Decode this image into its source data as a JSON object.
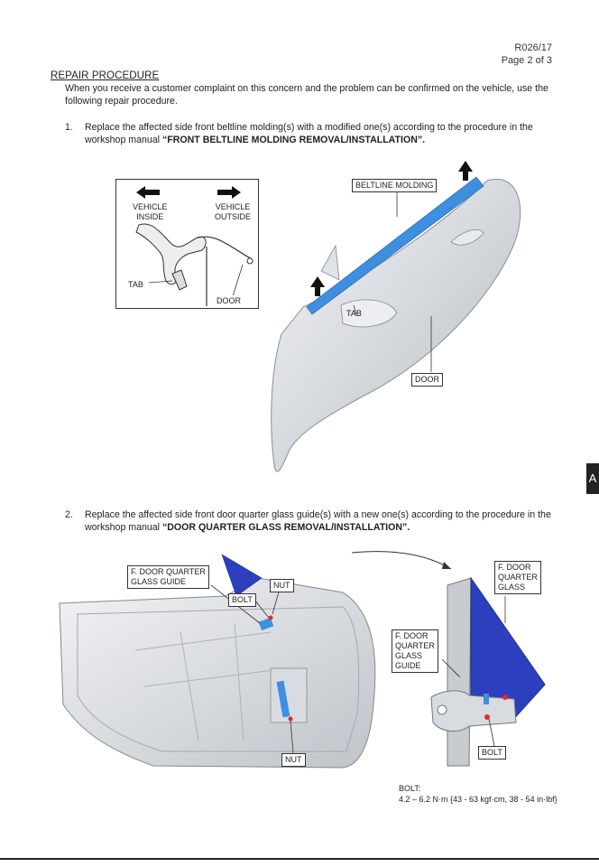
{
  "header": {
    "doc_id": "R026/17",
    "page": "Page 2 of 3"
  },
  "section_title": "REPAIR PROCEDURE",
  "intro": "When you receive a customer complaint on this concern and the problem can be confirmed on the vehicle, use the following repair procedure.",
  "steps": [
    {
      "number": "1.",
      "text": "Replace the affected side front beltline molding(s) with a modified one(s) according to the procedure in the workshop manual ",
      "bold": "“FRONT BELTLINE MOLDING REMOVAL/INSTALLATION”."
    },
    {
      "number": "2.",
      "text": "Replace the affected side front door quarter glass guide(s) with a new one(s) according to the procedure in the workshop manual ",
      "bold": "“DOOR QUARTER GLASS REMOVAL/INSTALLATION”."
    }
  ],
  "figure1": {
    "inset_vehicle_inside": "VEHICLE\nINSIDE",
    "inset_vehicle_outside": "VEHICLE\nOUTSIDE",
    "inset_tab": "TAB",
    "inset_door": "DOOR",
    "beltline_molding": "BELTLINE MOLDING",
    "tab": "TAB",
    "door": "DOOR"
  },
  "figure2": {
    "glass_guide_left": "F. DOOR QUARTER\nGLASS GUIDE",
    "nut_top": "NUT",
    "bolt_top": "BOLT",
    "nut_bottom": "NUT",
    "glass_guide_right": "F. DOOR\nQUARTER\nGLASS\nGUIDE",
    "quarter_glass": "F. DOOR\nQUARTER\nGLASS",
    "bolt_right": "BOLT",
    "spec_label": "BOLT:",
    "spec_value": "4.2 – 6.2 N·m {43 - 63 kgf·cm, 38 - 54 in·lbf}"
  },
  "edge_tab": "A",
  "colors": {
    "molding_blue": "#3f8fe0",
    "glass_blue": "#2b3fbf",
    "marker_red": "#e02a2a"
  }
}
